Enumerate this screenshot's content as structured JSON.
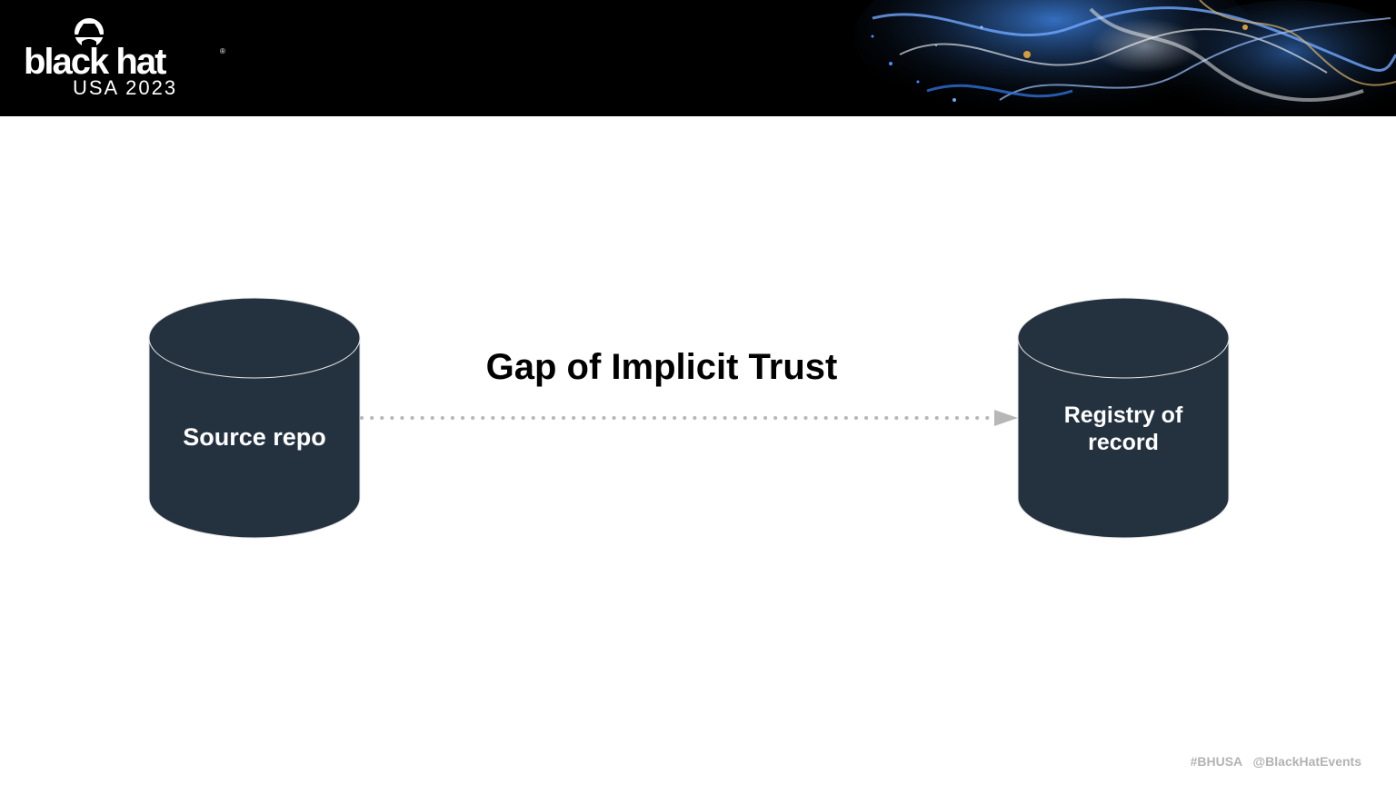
{
  "header": {
    "logo_wordmark": "black hat",
    "logo_sub": "USA 2023",
    "logo_registered": "®"
  },
  "diagram": {
    "source": {
      "label": "Source repo",
      "icon": "database-cylinder-icon"
    },
    "registry": {
      "label": "Registry of record",
      "icon": "database-cylinder-icon"
    },
    "gap_label": "Gap of Implicit Trust",
    "arrow_style": "dotted"
  },
  "footer": {
    "hashtag": "#BHUSA",
    "handle": "@BlackHatEvents"
  },
  "colors": {
    "cylinder_fill": "#243240",
    "cylinder_stroke": "#e6e6e6",
    "arrow": "#b7b7b7",
    "header_bg": "#000000",
    "footer_text": "#b3b3b3"
  }
}
